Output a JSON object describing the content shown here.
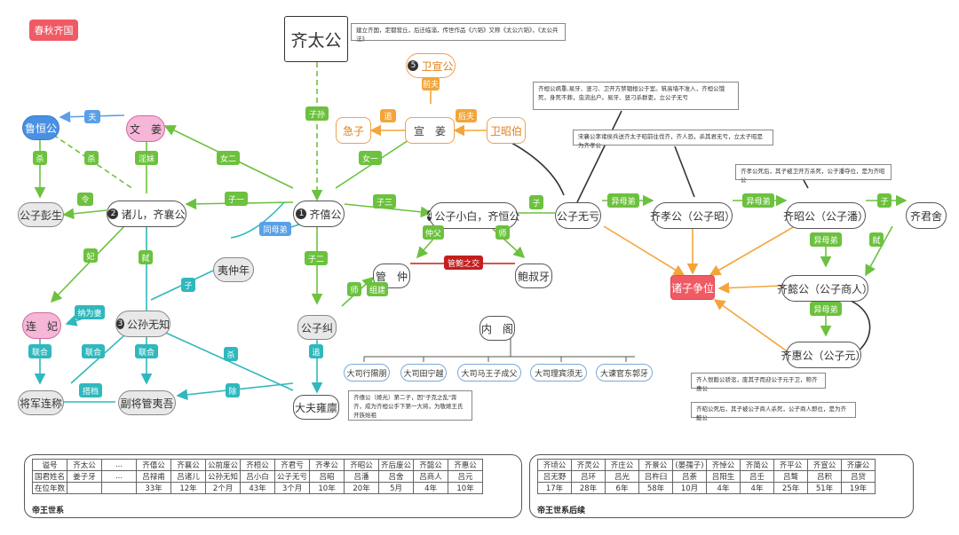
{
  "badge": "春秋齐国",
  "nodes": {
    "taigong": "齐太公",
    "weixuan": "卫宣公",
    "jizi": "急子",
    "xuanjiang": "宣　姜",
    "weizhao": "卫昭伯",
    "luhuan": "鲁恒公",
    "wenjiang": "文　姜",
    "pengsheng": "公子彭生",
    "xiang": "诸儿，齐襄公",
    "xi": "齐僖公",
    "huan": "公子小白，齐恒公",
    "wukui": "公子无亏",
    "xiao": "齐孝公（公子昭）",
    "zhao": "齐昭公（公子潘）",
    "jun": "齐君舍",
    "yizhongnian": "夷仲年",
    "guanzhong": "管　仲",
    "baoshuya": "鲍叔牙",
    "zhuzi": "诸子争位",
    "yi": "齐懿公（公子商人）",
    "lianfei": "连　妃",
    "wuzhi": "公孙无知",
    "jiu": "公子纠",
    "neige": "内　阁",
    "hui": "齐惠公（公子元）",
    "lianchen": "将军连称",
    "guanyiwu": "副将管夷吾",
    "yongling": "大夫雍廪"
  },
  "node_nums": {
    "weixuan": "5",
    "xiang": "2",
    "xi": "1",
    "huan": "4",
    "wuzhi": "3"
  },
  "ministers": [
    "大司行隰朋",
    "大司田宁越",
    "大司马王子成父",
    "大司理宾须无",
    "大谏官东郭牙"
  ],
  "notes": {
    "taigong": "建立齐国，定都营丘，后迁临淄，传世作品《六韬》又称《太公六韬》，《太公兵法》",
    "huan": "齐桓公病重,易牙、竖刁、卫开方禁锢桓公于室。筑高墙不准入，齐桓公饿死，身死不葬，虫流出户。易牙、竖刁杀群吏，立公子无亏",
    "song": "宋襄公率诸侯兵送齐太子昭前往伐齐，齐人恐，杀其君无亏，立太子昭是为齐孝公",
    "xiao": "齐孝公死后，其子被卫开方杀死，公子潘夺位，是为齐昭公",
    "yi": "齐人恨懿公骄恣，废其子而迎公子元于卫，称齐惠公",
    "zhao": "齐昭公死后，其子被公子商人杀死，公子商人即位，是为齐懿公",
    "xi": "齐僖公（姬光）第二子，因\"子克之乱\"奔齐，成为齐桓公手下第一大将，为敬姬王氏开族始祖"
  },
  "edges": {
    "zisun": "子孙",
    "fu": "夫",
    "sha1": "杀",
    "sha2": "杀",
    "yinmei": "淫妹",
    "nver": "女二",
    "zhui": "追",
    "qianfu": "前夫",
    "houfu": "后夫",
    "nvyi": "女一",
    "zizi1": "子一",
    "ling": "令",
    "zisan": "子三",
    "zi1": "子",
    "yimudi1": "异母弟",
    "yimudi2": "异母弟",
    "zi2": "子",
    "tongmudi": "同母弟",
    "zhongfu": "仲父",
    "shi1": "师",
    "zier": "子二",
    "fei": "妃",
    "shi2": "弑",
    "guanbao": "管鲍之交",
    "shi3": "师",
    "zujian": "组建",
    "zi3": "子",
    "yimudi3": "异母弟",
    "shi4": "弑",
    "nawei": "纳为妻",
    "lianhe1": "联合",
    "lianhe2": "联合",
    "lianhe3": "联合",
    "sha3": "杀",
    "dadang": "搭档",
    "chu": "除",
    "yimudi4": "异母弟"
  },
  "table1": {
    "rows": [
      [
        "谥号",
        "齐太公",
        "...",
        "齐僖公",
        "齐襄公",
        "公前废公",
        "齐桓公",
        "齐君亏",
        "齐孝公",
        "齐昭公",
        "齐后废公",
        "齐懿公",
        "齐惠公"
      ],
      [
        "国君姓名",
        "姜子牙",
        "...",
        "吕禄甫",
        "吕诸儿",
        "公孙无知",
        "吕小白",
        "公子无亏",
        "吕昭",
        "吕潘",
        "吕舍",
        "吕商人",
        "吕元"
      ],
      [
        "在位年数",
        "",
        "",
        "33年",
        "12年",
        "2个月",
        "43年",
        "3个月",
        "10年",
        "20年",
        "5月",
        "4年",
        "10年"
      ]
    ],
    "caption": "帝王世系"
  },
  "table2": {
    "rows": [
      [
        "齐顷公",
        "齐灵公",
        "齐庄公",
        "齐景公",
        "(晏孺子)",
        "齐悼公",
        "齐简公",
        "齐平公",
        "齐宣公",
        "齐康公"
      ],
      [
        "吕无野",
        "吕环",
        "吕光",
        "吕杵臼",
        "吕荼",
        "吕阳生",
        "吕壬",
        "吕骜",
        "吕积",
        "吕贷"
      ],
      [
        "17年",
        "28年",
        "6年",
        "58年",
        "10月",
        "4年",
        "4年",
        "25年",
        "51年",
        "19年"
      ]
    ],
    "caption": "帝王世系后续"
  },
  "colors": {
    "green": "#6cc13e",
    "teal": "#2fb8bd",
    "orange": "#f3a53a",
    "blue": "#5b9fe8",
    "red": "#f05a64"
  }
}
